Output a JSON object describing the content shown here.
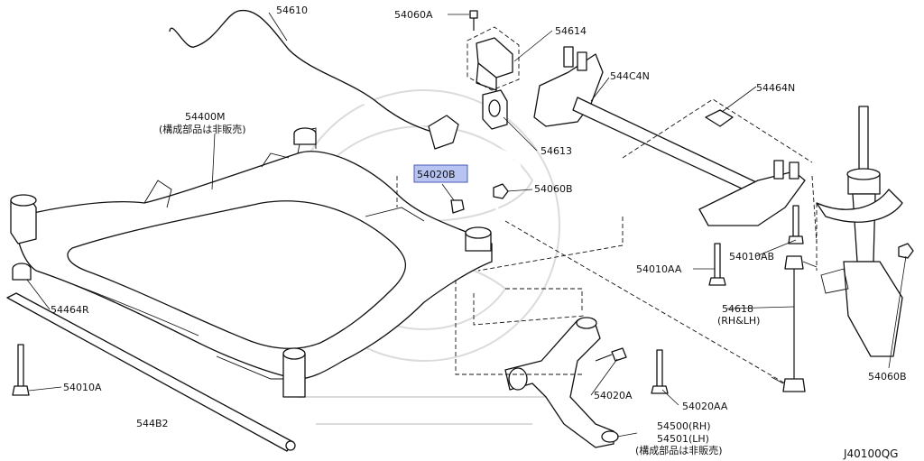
{
  "diagram_code": "J40100QG",
  "highlight_color": "#b7c3f0",
  "labels": {
    "p54610": "54610",
    "p54060A": "54060A",
    "p54614": "54614",
    "p544C4N": "544C4N",
    "p54464N": "54464N",
    "p54400M": "54400M",
    "p54400M_note": "(構成部品は非販売)",
    "p54613": "54613",
    "p54020B": "54020B",
    "p54060B_top": "54060B",
    "p54010AB": "54010AB",
    "p54010AA": "54010AA",
    "p54618": "54618",
    "p54618_side": "(RH&LH)",
    "p54464R": "54464R",
    "p54010A": "54010A",
    "p544B2": "544B2",
    "p54020A": "54020A",
    "p54020AA": "54020AA",
    "p54500": "54500(RH)",
    "p54501": "54501(LH)",
    "p54500_note": "(構成部品は非販売)",
    "p54060B_right": "54060B"
  }
}
